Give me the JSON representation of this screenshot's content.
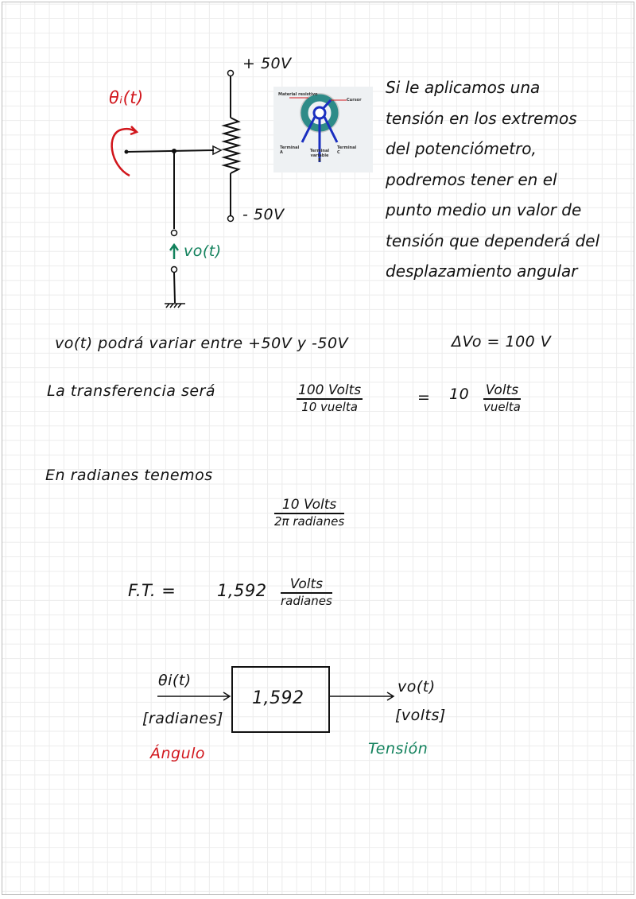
{
  "diagram": {
    "input_angle": "θᵢ(t)",
    "top_voltage": "+ 50V",
    "bottom_voltage": "- 50V",
    "output_voltage": "vo(t)",
    "pot_image": {
      "material": "Material resistivo",
      "cursor": "Cursor",
      "terminal_a": "Terminal A",
      "terminal_b": "Terminal variable B",
      "terminal_c": "Terminal C"
    }
  },
  "paragraph": [
    "Si le aplicamos una",
    "tensión en los extremos",
    "del potenciómetro,",
    "podremos tener en el",
    "punto medio un valor de",
    "tensión que dependerá del",
    "desplazamiento angular"
  ],
  "line1": {
    "text": "vo(t) podrá variar entre +50V y -50V",
    "delta": "ΔVo = 100 V"
  },
  "transfer": {
    "label": "La transferencia será",
    "frac1_num": "100 Volts",
    "frac1_den": "10 vuelta",
    "equals": "=",
    "value": "10",
    "frac2_num": "Volts",
    "frac2_den": "vuelta"
  },
  "radians": {
    "label": "En radianes tenemos",
    "num": "10 Volts",
    "den": "2π radianes"
  },
  "ft": {
    "label": "F.T. =",
    "value": "1,592",
    "num": "Volts",
    "den": "radianes"
  },
  "block": {
    "input": "θi(t)",
    "input_unit": "[radianes]",
    "input_name": "Ángulo",
    "gain": "1,592",
    "output": "vo(t)",
    "output_unit": "[volts]",
    "output_name": "Tensión"
  },
  "colors": {
    "red": "#d1161c",
    "green": "#12815c",
    "pot_teal": "#2e8b88",
    "pot_blue": "#1a2fc0"
  }
}
